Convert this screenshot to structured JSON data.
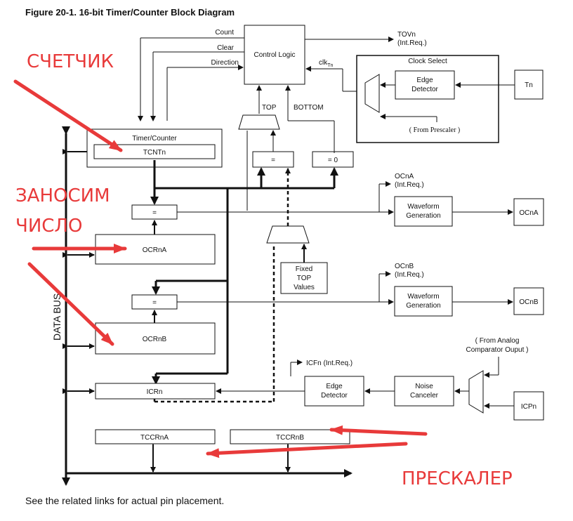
{
  "title": "Figure 20-1.  16-bit Timer/Counter Block Diagram",
  "footer_note": "See the related links for actual pin placement.",
  "blocks": {
    "control_logic": "Control Logic",
    "clock_select": "Clock Select",
    "edge_detector_top_1": "Edge",
    "edge_detector_top_2": "Detector",
    "tn": "Tn",
    "from_prescaler": "( From Prescaler )",
    "timer_counter": "Timer/Counter",
    "tcntn": "TCNTn",
    "eq_top": "=",
    "eq_zero": "= 0",
    "cmp_a": "=",
    "ocrna": "OCRnA",
    "cmp_b": "=",
    "ocrnb": "OCRnB",
    "icrn": "ICRn",
    "tccrna": "TCCRnA",
    "tccrnb": "TCCRnB",
    "fixed_top_1": "Fixed",
    "fixed_top_2": "TOP",
    "fixed_top_3": "Values",
    "wave_a_1": "Waveform",
    "wave_a_2": "Generation",
    "wave_b_1": "Waveform",
    "wave_b_2": "Generation",
    "ocna": "OCnA",
    "ocnb": "OCnB",
    "edge_detector_ic_1": "Edge",
    "edge_detector_ic_2": "Detector",
    "noise_1": "Noise",
    "noise_2": "Canceler",
    "icpn": "ICPn",
    "analog_1": "( From Analog",
    "analog_2": "Comparator Ouput )",
    "data_bus": "DATA BUS"
  },
  "signals": {
    "count": "Count",
    "clear": "Clear",
    "direction": "Direction",
    "tovn_1": "TOVn",
    "tovn_2": "(Int.Req.)",
    "clk": "clk",
    "clk_sub": "Tn",
    "top": "TOP",
    "bottom": "BOTTOM",
    "ocna_1": "OCnA",
    "ocna_2": "(Int.Req.)",
    "ocnb_1": "OCnB",
    "ocnb_2": "(Int.Req.)",
    "icfn": "ICFn (Int.Req.)"
  },
  "annotations": {
    "counter": "СЧЕТЧИК",
    "load_1": "ЗАНОСИМ",
    "load_2": "ЧИСЛО",
    "prescaler": "ПРЕСКАЛЕР",
    "color": "#e83a3a"
  }
}
